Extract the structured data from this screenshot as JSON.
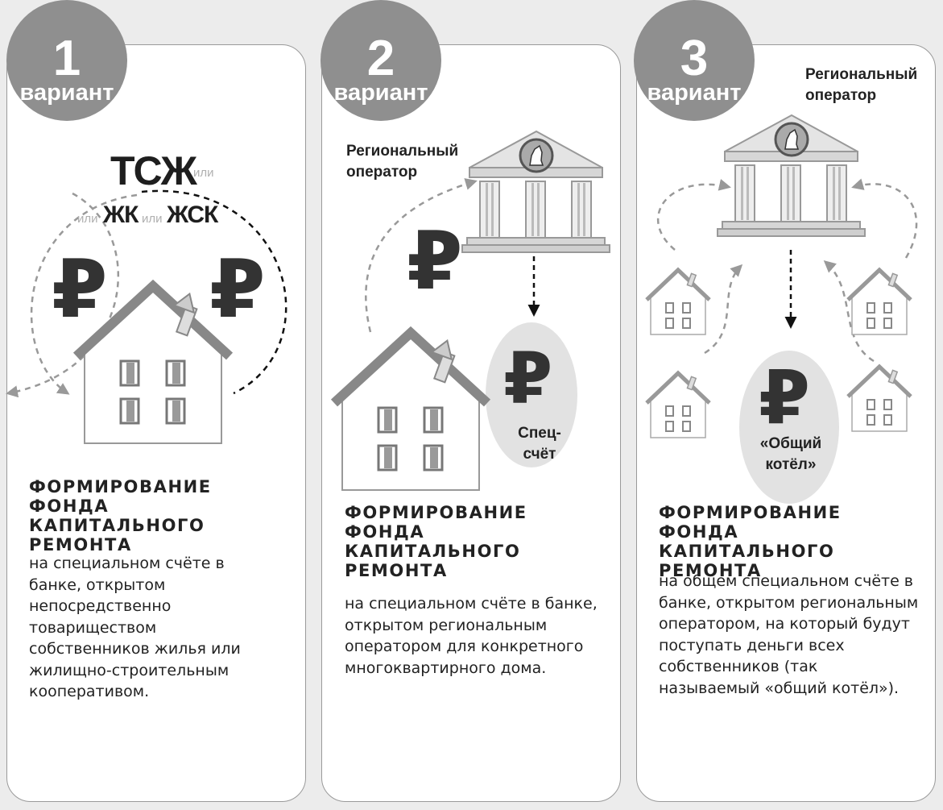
{
  "variants": [
    {
      "number": "1",
      "word": "вариант",
      "title": "ФОРМИРОВАНИЕ ФОНДА КАПИТАЛЬНОГО РЕМОНТА",
      "description": "на специальном счёте в банке, открытом непосредственно товариществом собственников жилья или жилищно-строительным кооперативом.",
      "org_main": "ТСЖ",
      "org_second": "ЖК",
      "org_third": "ЖСК",
      "or_word": "или",
      "currency": "₽"
    },
    {
      "number": "2",
      "word": "вариант",
      "title": "ФОРМИРОВАНИЕ ФОНДА КАПИТАЛЬНОГО РЕМОНТА",
      "description": "на специальном счёте в банке, открытом региональным оператором для конкретного многоквартирного дома.",
      "operator_label": "Региональный оператор",
      "account_label": "Спец-счёт",
      "currency": "₽"
    },
    {
      "number": "3",
      "word": "вариант",
      "title": "ФОРМИРОВАНИЕ ФОНДА КАПИТАЛЬНОГО РЕМОНТА",
      "description": "на общем специальном счёте в банке, открытом региональным оператором, на который будут поступать деньги всех собственников (так называемый «общий котёл»).",
      "operator_label": "Региональный оператор",
      "account_label": "«Общий котёл»",
      "currency": "₽"
    }
  ],
  "colors": {
    "badge": "#8f8f8f",
    "card_bg": "#ffffff",
    "page_bg": "#ececec",
    "account_oval": "#e2e2e2"
  }
}
